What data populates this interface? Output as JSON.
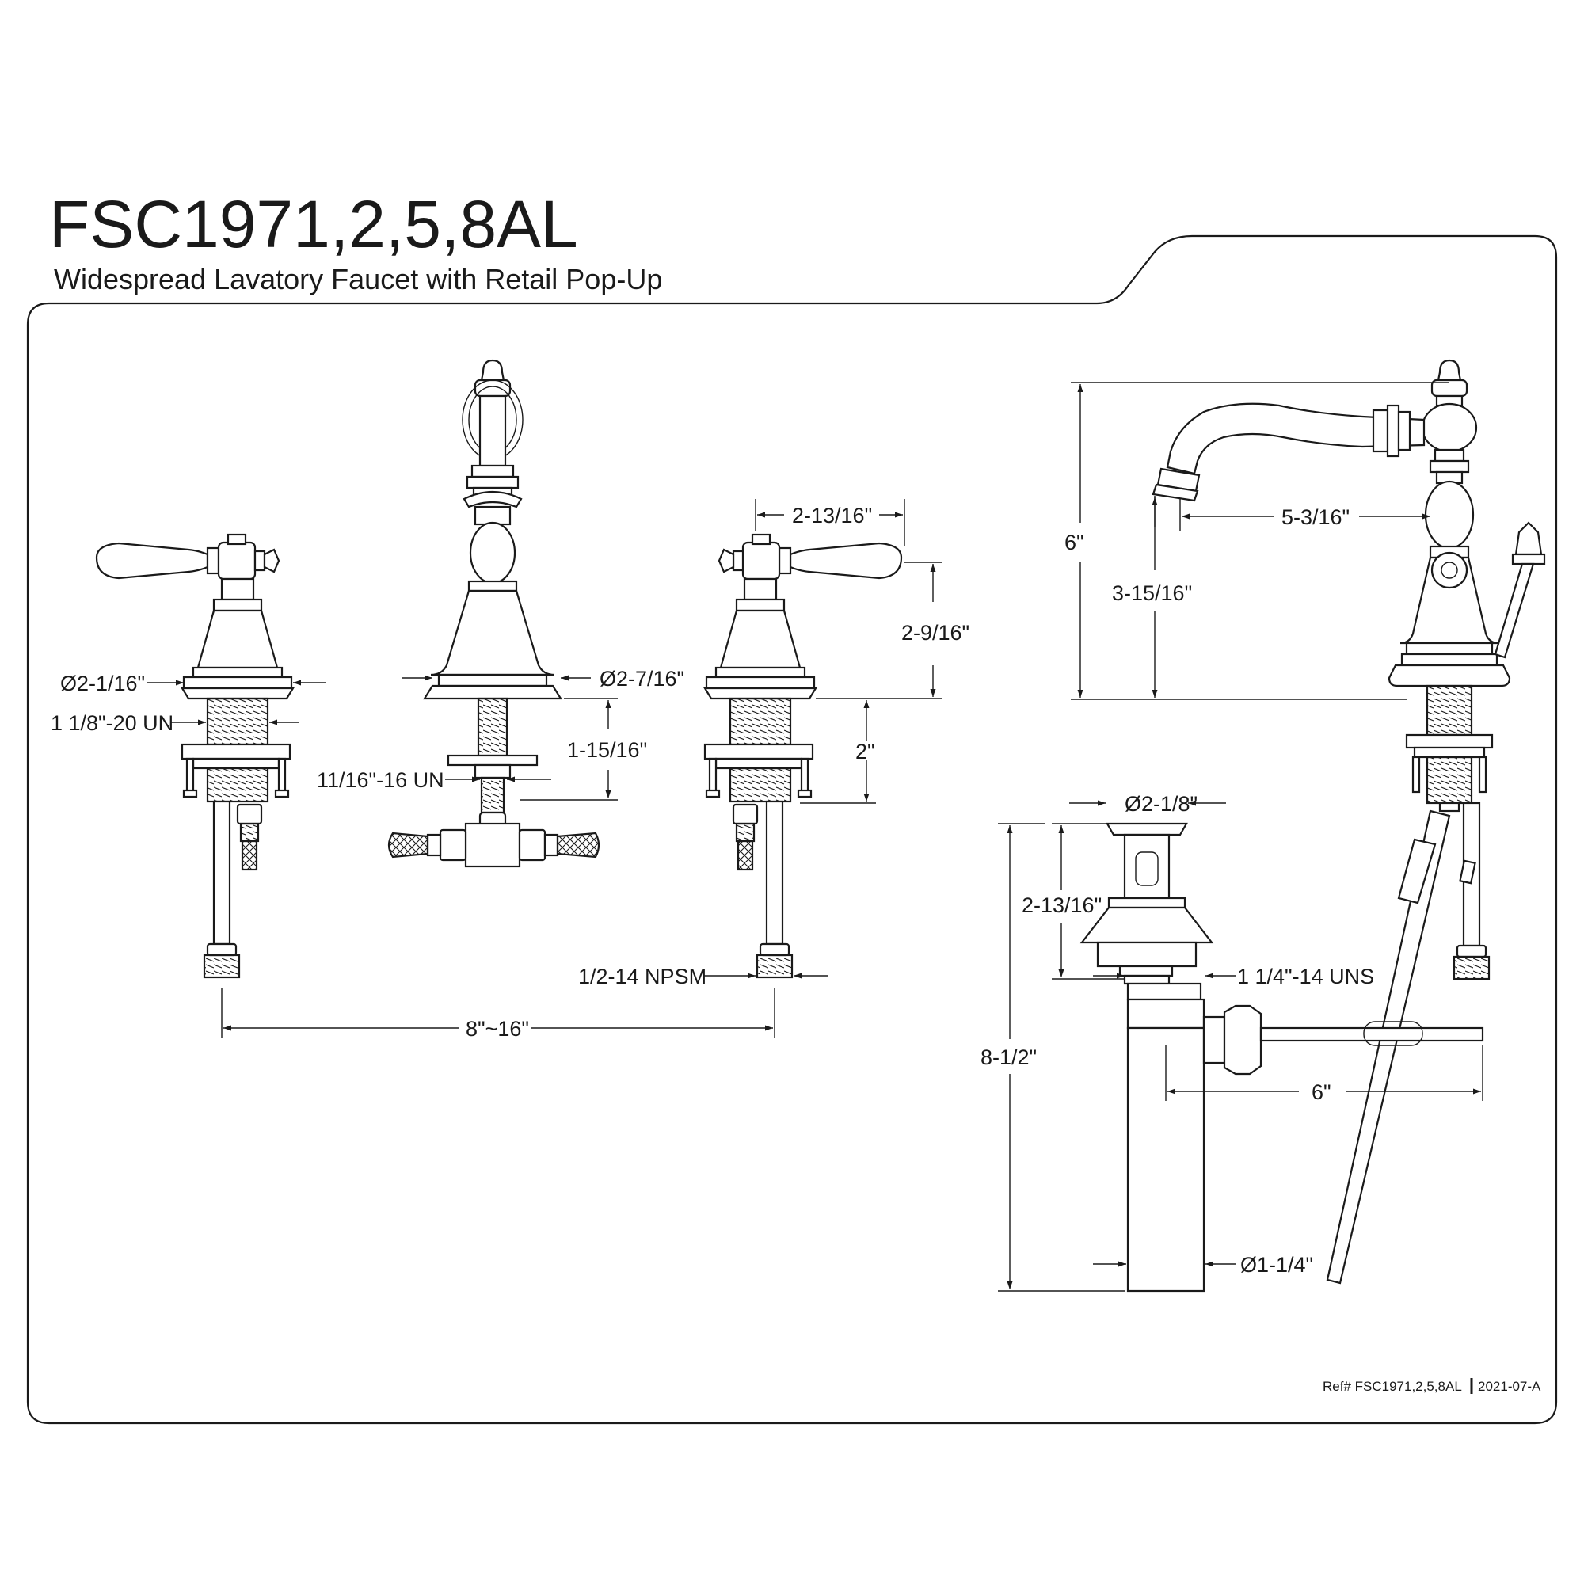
{
  "header": {
    "title": "FSC1971,2,5,8AL",
    "subtitle": "Widespread Lavatory Faucet with Retail Pop-Up"
  },
  "dimensions": {
    "handle_flange_dia": "Ø2-1/16\"",
    "handle_thread": "1 1/8\"-20 UN",
    "spout_flange_dia": "Ø2-7/16\"",
    "spout_thread": "11/16\"-16 UN",
    "spout_shank_length": "1-15/16\"",
    "handle_width": "2-13/16\"",
    "handle_height": "2-9/16\"",
    "handle_shank_length": "2\"",
    "supply_thread": "1/2-14 NPSM",
    "center_spread": "8\"~16\"",
    "overall_height": "6\"",
    "spout_clearance": "3-15/16\"",
    "spout_reach": "5-3/16\"",
    "drain_flange_dia": "Ø2-1/8\"",
    "drain_height": "2-13/16\"",
    "drain_thread": "1 1/4\"-14 UNS",
    "drain_length": "8-1/2\"",
    "pivot_rod_length": "6\"",
    "tailpiece_dia": "Ø1-1/4\""
  },
  "footer": {
    "ref": "Ref# FSC1971,2,5,8AL",
    "date": "2021-07-A"
  }
}
